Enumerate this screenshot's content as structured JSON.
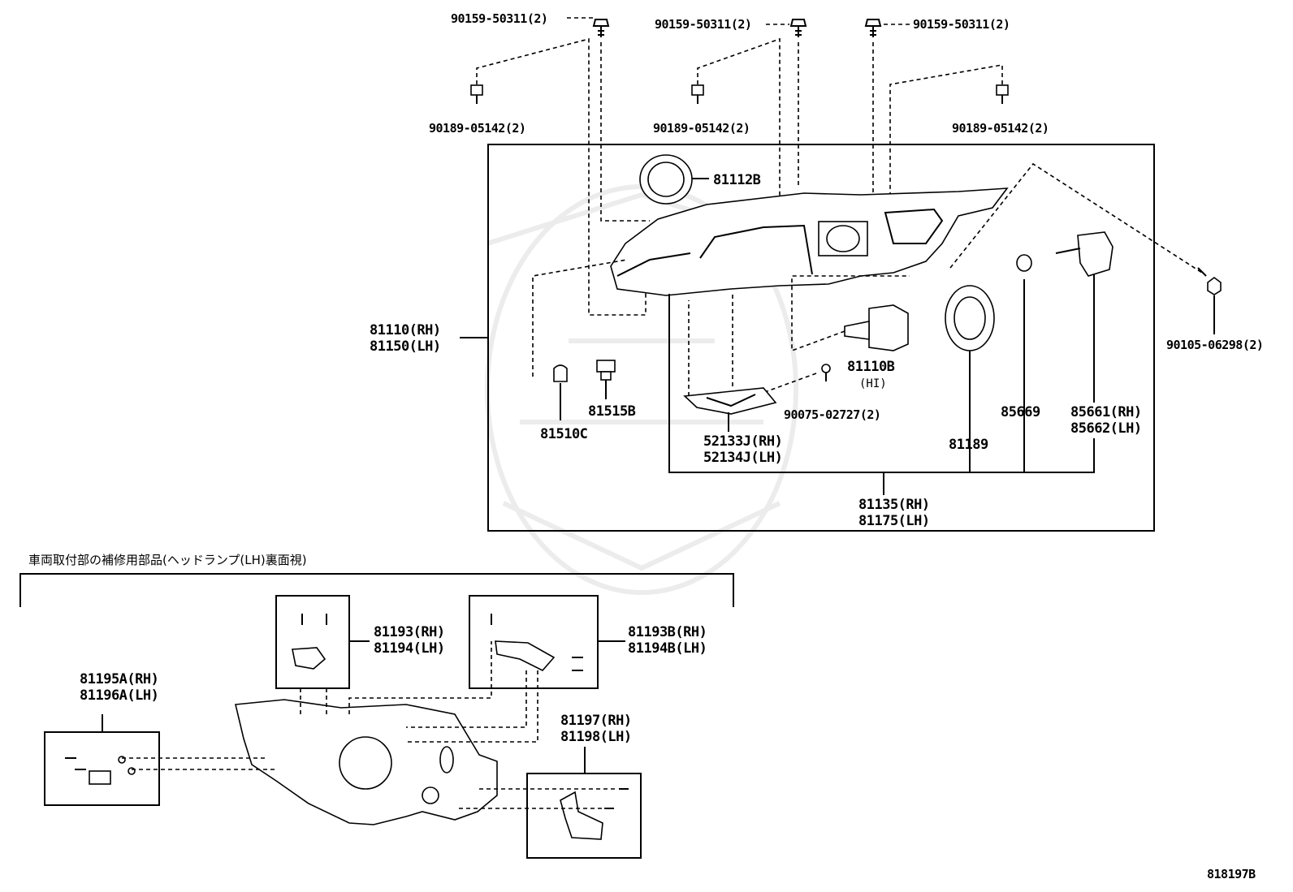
{
  "diagram_id": "818197B",
  "section_note": "車両取付部の補修用部品(ヘッドランプ(LH)裏面視)",
  "labels": {
    "bolt_left": "90159-50311(2)",
    "bolt_mid": "90159-50311(2)",
    "bolt_right": "90159-50311(2)",
    "clip_left": "90189-05142(2)",
    "clip_mid": "90189-05142(2)",
    "clip_right": "90189-05142(2)",
    "cover_81112b": "81112B",
    "screw_90105": "90105-06298(2)",
    "assy_rh": "81110(RH)",
    "assy_lh": "81150(LH)",
    "bulb_81510c": "81510C",
    "socket_81515b": "81515B",
    "bulb_81110b": "81110B",
    "bulb_hi": "(HI)",
    "screw_90075": "90075-02727(2)",
    "bracket_rh": "52133J(RH)",
    "bracket_lh": "52134J(LH)",
    "cap_81189": "81189",
    "ring_85669": "85669",
    "motor_rh": "85661(RH)",
    "motor_lh": "85662(LH)",
    "unit_rh": "81135(RH)",
    "unit_lh": "81175(LH)",
    "kit_81193_rh": "81193(RH)",
    "kit_81194_lh": "81194(LH)",
    "kit_81193b_rh": "81193B(RH)",
    "kit_81194b_lh": "81194B(LH)",
    "kit_81195a_rh": "81195A(RH)",
    "kit_81196a_lh": "81196A(LH)",
    "kit_81197_rh": "81197(RH)",
    "kit_81198_lh": "81198(LH)"
  }
}
